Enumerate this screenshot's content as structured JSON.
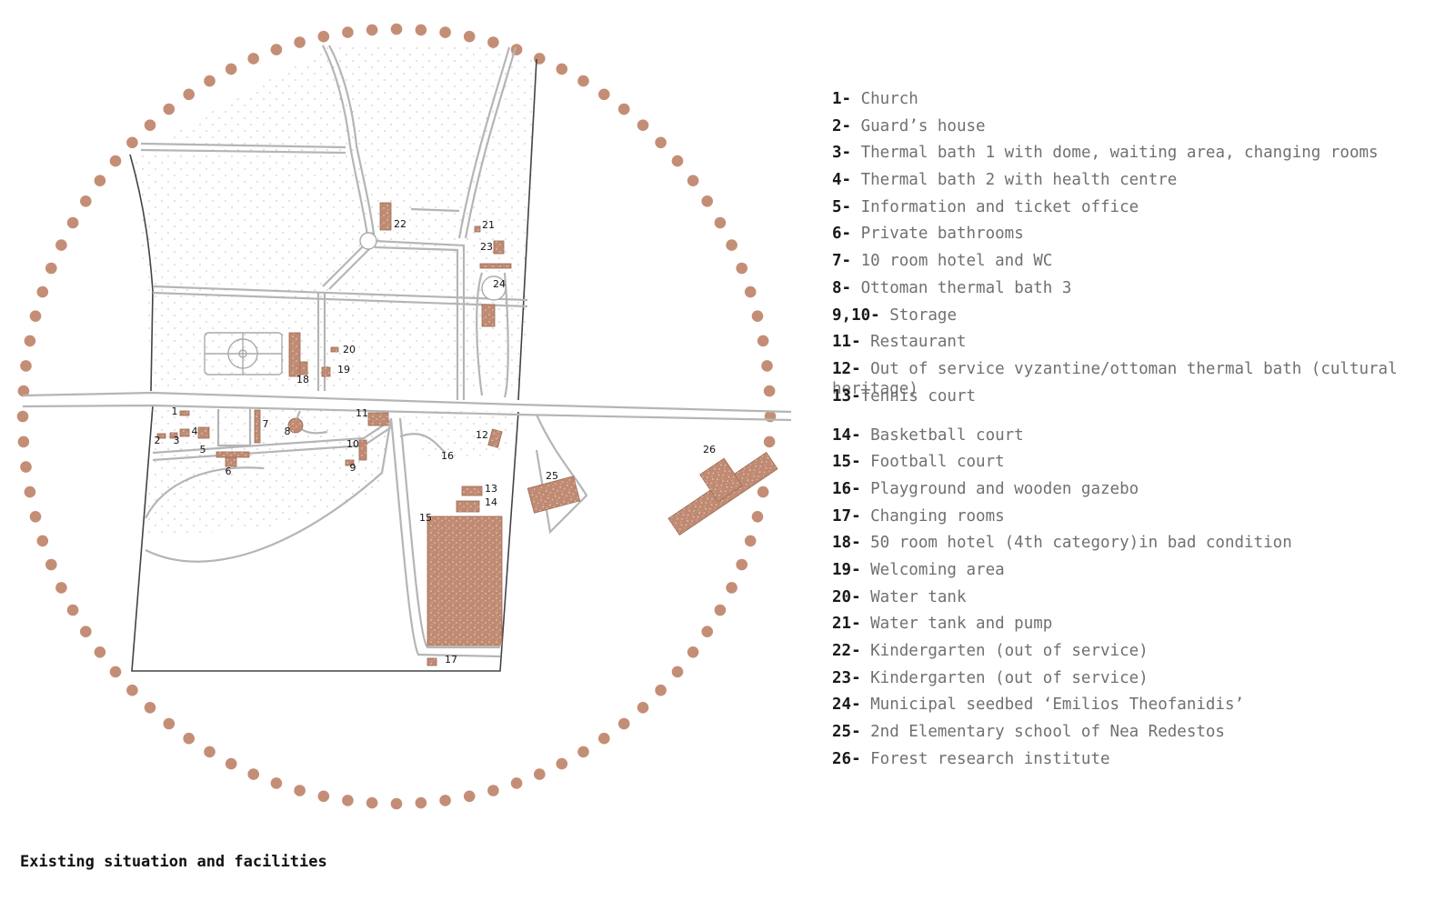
{
  "caption": "Existing situation and facilities",
  "colors": {
    "building": "#c7917a",
    "dots": "#c48e76",
    "roads": "#b8b8b8",
    "boundary": "#444444"
  },
  "legend": [
    {
      "num": "1-",
      "text": "Church"
    },
    {
      "num": "2-",
      "text": "Guard’s house"
    },
    {
      "num": "3-",
      "text": "Thermal bath 1 with dome, waiting area, changing rooms"
    },
    {
      "num": "4-",
      "text": "Thermal bath 2 with health centre"
    },
    {
      "num": "5-",
      "text": "Information and ticket office"
    },
    {
      "num": "6-",
      "text": "Private bathrooms"
    },
    {
      "num": "7-",
      "text": "10 room hotel and WC"
    },
    {
      "num": "8-",
      "text": "Ottoman thermal bath 3"
    },
    {
      "num": "9,10-",
      "text": "Storage"
    },
    {
      "num": "11-",
      "text": "Restaurant"
    },
    {
      "num": "12-",
      "text": "Out of service vyzantine/ottoman thermal bath (cultural heritage)"
    },
    {
      "num": "13-",
      "text": "Tennis court"
    },
    {
      "num": "14-",
      "text": "Basketball court"
    },
    {
      "num": "15-",
      "text": "Football court"
    },
    {
      "num": "16-",
      "text": "Playground and wooden gazebo"
    },
    {
      "num": "17-",
      "text": "Changing rooms"
    },
    {
      "num": "18-",
      "text": "50 room hotel (4th category)in bad condition"
    },
    {
      "num": "19-",
      "text": "Welcoming area"
    },
    {
      "num": "20-",
      "text": "Water tank"
    },
    {
      "num": "21-",
      "text": "Water tank and pump"
    },
    {
      "num": "22-",
      "text": "Kindergarten (out of service)"
    },
    {
      "num": "23-",
      "text": "Kindergarten (out of service)"
    },
    {
      "num": "24-",
      "text": "Municipal seedbed ‘Emilios Theofanidis’"
    },
    {
      "num": "25-",
      "text": "2nd Elementary school of Nea Redestos"
    },
    {
      "num": "26-",
      "text": "Forest research institute"
    }
  ],
  "map_labels": [
    "1",
    "2",
    "3",
    "4",
    "5",
    "6",
    "7",
    "8",
    "9",
    "10",
    "11",
    "12",
    "13",
    "14",
    "15",
    "16",
    "17",
    "18",
    "19",
    "20",
    "21",
    "22",
    "23",
    "24",
    "25",
    "26"
  ]
}
